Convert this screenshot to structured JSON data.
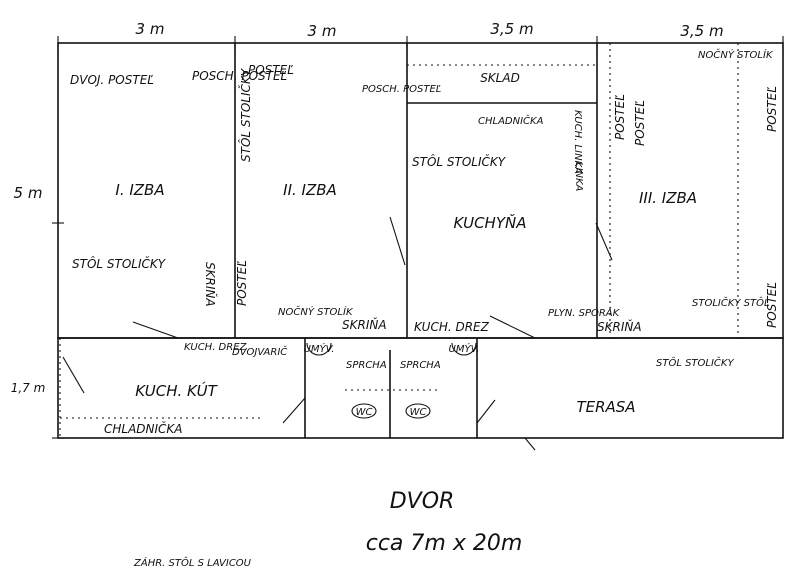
{
  "dimensions": {
    "w1": "3 m",
    "w2": "3 m",
    "w3": "3,5 m",
    "w4": "3,5 m",
    "h_rooms": "5 m",
    "h_lower": "1,7 m"
  },
  "room1": {
    "bed": "DVOJ. POSTEĽ",
    "bunk": "POSCH. POSTEĽ",
    "name": "I. IZBA",
    "table": "STÔL STOLIČKY",
    "wardrobe": "SKRIŇA"
  },
  "room2": {
    "bed_top": "POSTEĽ",
    "table": "STÔL STOLIČKY",
    "name": "II. IZBA",
    "bed_left": "POSTEĽ",
    "nightstand": "NOČNÝ STOLÍK",
    "wardrobe": "SKRIŇA",
    "bunk": "POSCH. POSTEĽ"
  },
  "kitchen": {
    "storage": "SKLAD",
    "fridge": "CHLADNIČKA",
    "hood": "KUCH. LINKA",
    "table": "STÔL STOLIČKY",
    "name": "KUCHYŇA",
    "sink": "KUCH. DREZ",
    "stove": "PLYN. SPORÁK",
    "linka": "LINKA"
  },
  "room3": {
    "nightstand": "NOČNÝ STOLÍK",
    "bed_right_top": "POSTEĽ",
    "beds_left": [
      "POSTEĽ",
      "POSTEĽ"
    ],
    "name": "III. IZBA",
    "bed_right_bottom": "POSTEĽ",
    "table": "STOLIČKY STÔL",
    "wardrobe": "SKRIŇA"
  },
  "lower": {
    "sink": "KUCH. DREZ",
    "cooker": "DVOJVARIČ",
    "corner": "KUCH. KÚT",
    "fridge": "CHLADNIČKA",
    "basin1": "UMÝV.",
    "basin2": "UMÝV.",
    "shower1": "SPRCHA",
    "shower2": "SPRCHA",
    "wc1": "WC",
    "wc2": "WC",
    "terrace": "TERASA",
    "terrace_table": "STÔL STOLIČKY"
  },
  "yard": {
    "title": "DVOR",
    "size": "cca 7m x 20m",
    "garden": "ZÁHR. STÔL S LAVICOU"
  }
}
